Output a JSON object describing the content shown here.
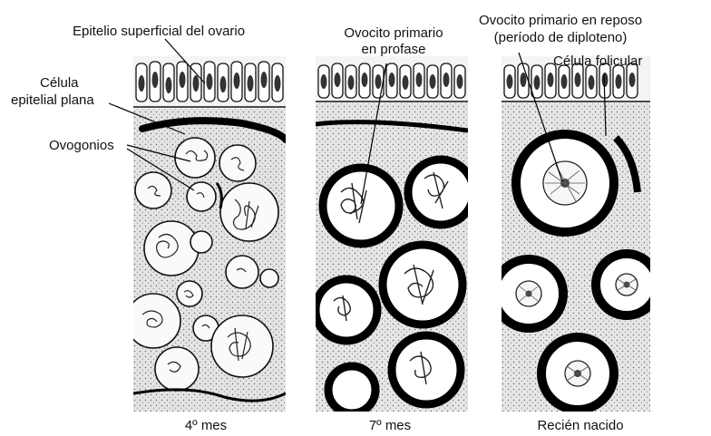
{
  "labels": {
    "epitelio_superficial": "Epitelio superficial del ovario",
    "celula_epitelial_1": "Célula",
    "celula_epitelial_2": "epitelial plana",
    "ovogonios": "Ovogonios",
    "ovocito_primario_1": "Ovocito primario",
    "ovocito_primario_2": "en profase",
    "ovocito_reposo_1": "Ovocito primario en reposo",
    "ovocito_reposo_2": "(período de diploteno)",
    "celula_folicular": "Célula folicular"
  },
  "captions": {
    "panel_1": "4º mes",
    "panel_2": "7º mes",
    "panel_3": "Recién nacido"
  }
}
